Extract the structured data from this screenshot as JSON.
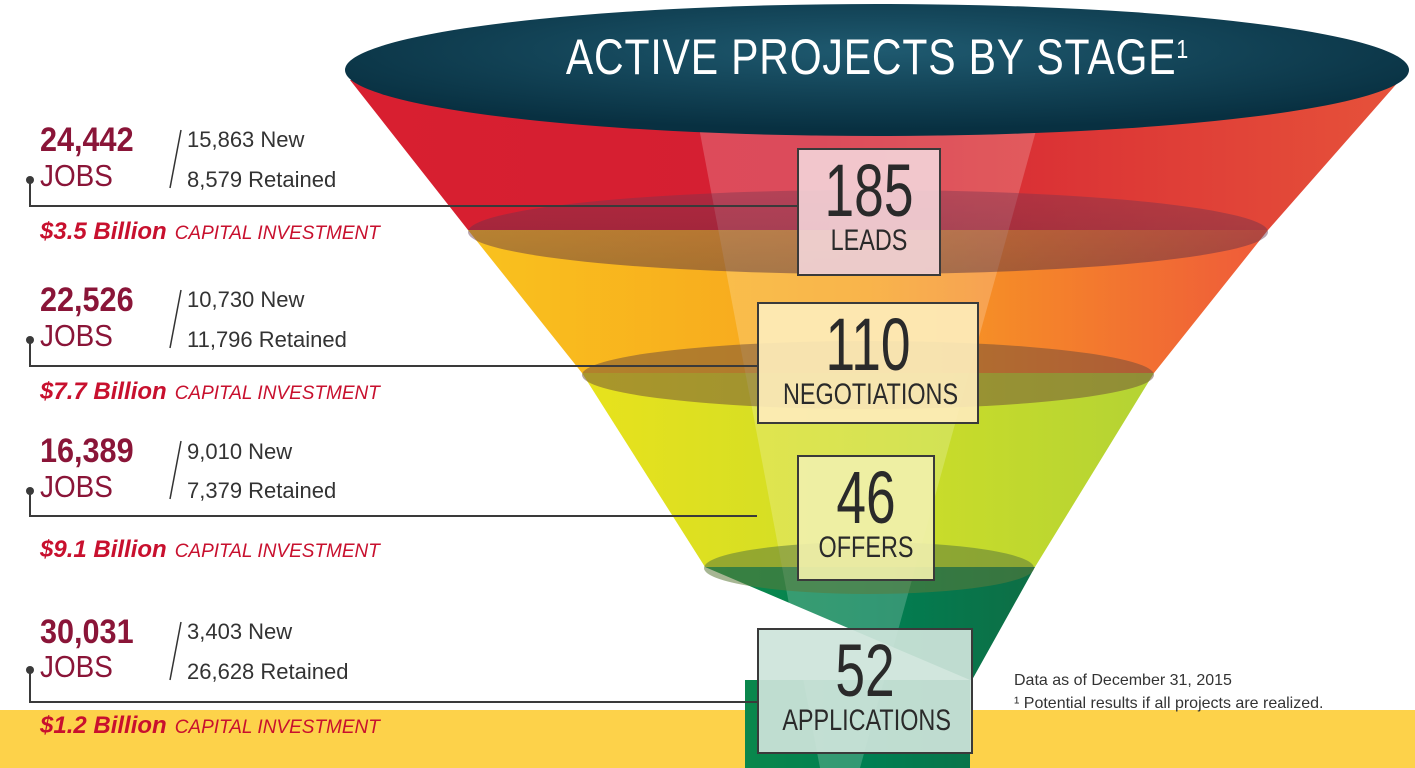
{
  "title": "ACTIVE PROJECTS BY STAGE",
  "title_sup": "1",
  "stages": [
    {
      "count": "185",
      "label": "LEADS",
      "jobs_total": "24,442",
      "jobs_word": "JOBS",
      "new": "15,863 New",
      "retained": "8,579 Retained",
      "capital_amount": "$3.5 Billion",
      "capital_label": "CAPITAL INVESTMENT"
    },
    {
      "count": "110",
      "label": "NEGOTIATIONS",
      "jobs_total": "22,526",
      "jobs_word": "JOBS",
      "new": "10,730 New",
      "retained": "11,796 Retained",
      "capital_amount": "$7.7 Billion",
      "capital_label": "CAPITAL INVESTMENT"
    },
    {
      "count": "46",
      "label": "OFFERS",
      "jobs_total": "16,389",
      "jobs_word": "JOBS",
      "new": "9,010 New",
      "retained": "7,379 Retained",
      "capital_amount": "$9.1 Billion",
      "capital_label": "CAPITAL INVESTMENT"
    },
    {
      "count": "52",
      "label": "APPLICATIONS",
      "jobs_total": "30,031",
      "jobs_word": "JOBS",
      "new": "3,403 New",
      "retained": "26,628 Retained",
      "capital_amount": "$1.2 Billion",
      "capital_label": "CAPITAL INVESTMENT"
    }
  ],
  "footnote_date": "Data as of December 31, 2015",
  "footnote_text": "¹ Potential results if all projects are realized.",
  "colors": {
    "title_ellipse": "#0b3b4e",
    "band_red": "#d62032",
    "band_orange": "#f7941d",
    "band_yellow": "#d9e021",
    "band_green": "#00864b",
    "jobs": "#8a1538",
    "capital": "#c8102e",
    "bottom_bar": "#fdd24a"
  }
}
